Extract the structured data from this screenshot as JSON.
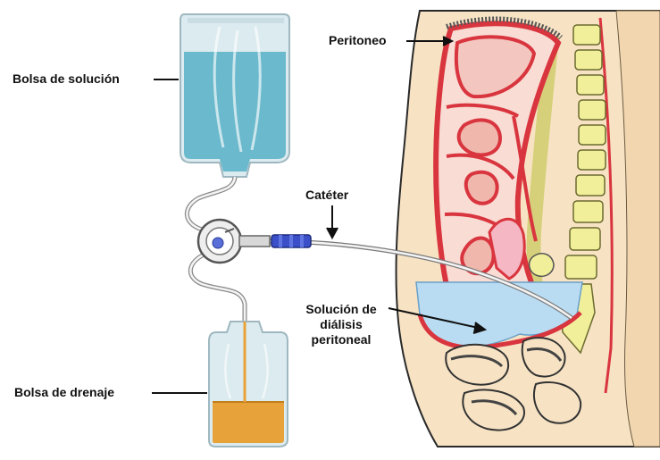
{
  "labels": {
    "bolsa_solucion": "Bolsa de solución",
    "bolsa_drenaje": "Bolsa de drenaje",
    "cateter": "Catéter",
    "peritoneo": "Peritoneo",
    "solucion_dialisis": [
      "Solución de",
      "diálisis",
      "peritoneal"
    ]
  },
  "colors": {
    "skin": "#f7e3c4",
    "skin_outline": "#2a2a2a",
    "peritoneum": "#d9353f",
    "organ_fill": "#f3c7bf",
    "dialysis_fluid": "#b9dcf2",
    "solution_bag_fluid": "#6ab9cc",
    "drain_bag_fluid": "#e8a23a",
    "spine": "#f2ef9a",
    "bag_glass": "#dcebef",
    "connector": "#3b4fc9"
  }
}
